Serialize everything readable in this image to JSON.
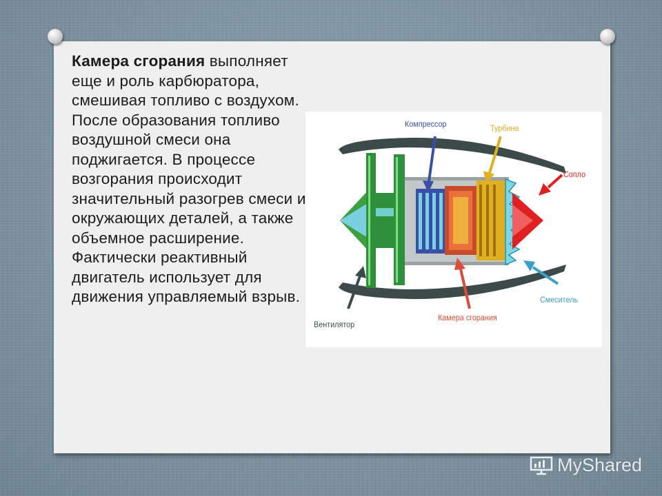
{
  "slide": {
    "heading_bold": "Камера сгорания",
    "body_text": " выполняет еще и роль карбюратора, смешивая топливо с воздухом. После образования топливо воздушной смеси она поджигается. В процессе возгорания происходит значительный разогрев смеси и окружающих деталей, а также объемное расширение. Фактически реактивный двигатель использует для движения управляемый взрыв."
  },
  "diagram": {
    "labels": {
      "compressor": "Компрессор",
      "turbine": "Турбина",
      "nozzle": "Сопло",
      "mixer": "Смеситель",
      "combustion_chamber": "Камера сгорания",
      "fan": "Вентилятор"
    },
    "colors": {
      "compressor": "#3a4fa8",
      "turbine": "#e0b020",
      "nozzle": "#e02020",
      "mixer": "#3aa0c8",
      "combustion_chamber": "#e04a3a",
      "fan": "#3a4a4a"
    }
  },
  "watermark": {
    "text": "MyShared"
  }
}
